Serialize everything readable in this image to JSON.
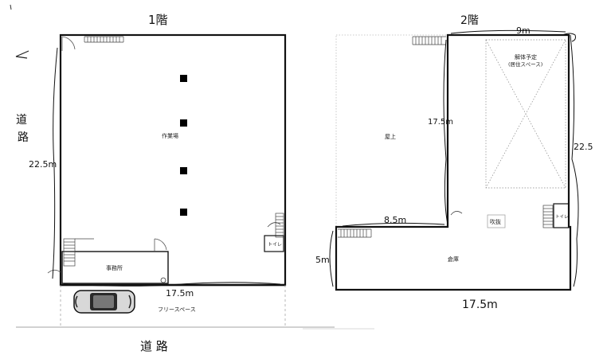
{
  "floor1": {
    "title": "1階",
    "workshop_label": "作業場",
    "office_label": "事務所",
    "toilet_label": "トイレ",
    "free_space_label": "フリースペース",
    "dim_width": "17.5m",
    "dim_depth": "22.5m",
    "road_side": "道\n路",
    "road_bottom": "道 路"
  },
  "floor2": {
    "title": "2階",
    "dim_top": "9m",
    "planned_label_line1": "解体予定",
    "planned_label_line2": "(居住スペース)",
    "rooftop_label": "屋上",
    "atrium_label": "吹抜",
    "toilet_label": "トイレ",
    "warehouse_label": "倉庫",
    "dim_inner_depth": "17.5m",
    "dim_right_depth": "22.5",
    "dim_step": "8.5m",
    "dim_left": "5m",
    "dim_bottom": "17.5m"
  }
}
